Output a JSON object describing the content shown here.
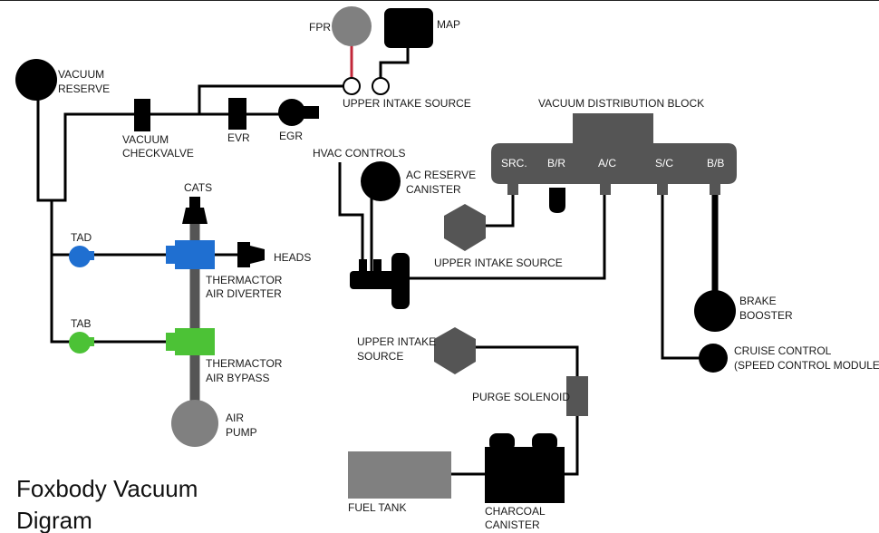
{
  "title": {
    "line1": "Foxbody Vacuum",
    "line2": "Digram"
  },
  "labels": {
    "fpr": "FPR",
    "map": "MAP",
    "upper_intake_top": "UPPER INTAKE SOURCE",
    "vacuum_reserve_1": "VACUUM",
    "vacuum_reserve_2": "RESERVE",
    "vacuum_checkvalve_1": "VACUUM",
    "vacuum_checkvalve_2": "CHECKVALVE",
    "evr": "EVR",
    "egr": "EGR",
    "cats": "CATS",
    "heads": "HEADS",
    "tad": "TAD",
    "tab": "TAB",
    "thermactor_diverter_1": "THERMACTOR",
    "thermactor_diverter_2": "AIR DIVERTER",
    "thermactor_bypass_1": "THERMACTOR",
    "thermactor_bypass_2": "AIR BYPASS",
    "air_pump_1": "AIR",
    "air_pump_2": "PUMP",
    "hvac_controls": "HVAC CONTROLS",
    "ac_reserve_1": "AC RESERVE",
    "ac_reserve_2": "CANISTER",
    "upper_intake_mid": "UPPER INTAKE SOURCE",
    "vacuum_distribution_block": "VACUUM DISTRIBUTION BLOCK",
    "port_src": "SRC.",
    "port_br": "B/R",
    "port_ac": "A/C",
    "port_sc": "S/C",
    "port_bb": "B/B",
    "brake_booster_1": "BRAKE",
    "brake_booster_2": "BOOSTER",
    "cruise_control_1": "CRUISE CONTROL",
    "cruise_control_2": "(SPEED CONTROL MODULE)",
    "upper_intake_low_1": "UPPER INTAKE",
    "upper_intake_low_2": "SOURCE",
    "purge_solenoid": "PURGE SOLENOID",
    "fuel_tank": "FUEL TANK",
    "charcoal_canister_1": "CHARCOAL",
    "charcoal_canister_2": "CANISTER"
  },
  "colors": {
    "tad_blue": "#1f6fd1",
    "tab_green": "#4cc236",
    "fpr_red_line": "#c2283a",
    "component_gray": "#808080",
    "dark_gray": "#555555"
  }
}
